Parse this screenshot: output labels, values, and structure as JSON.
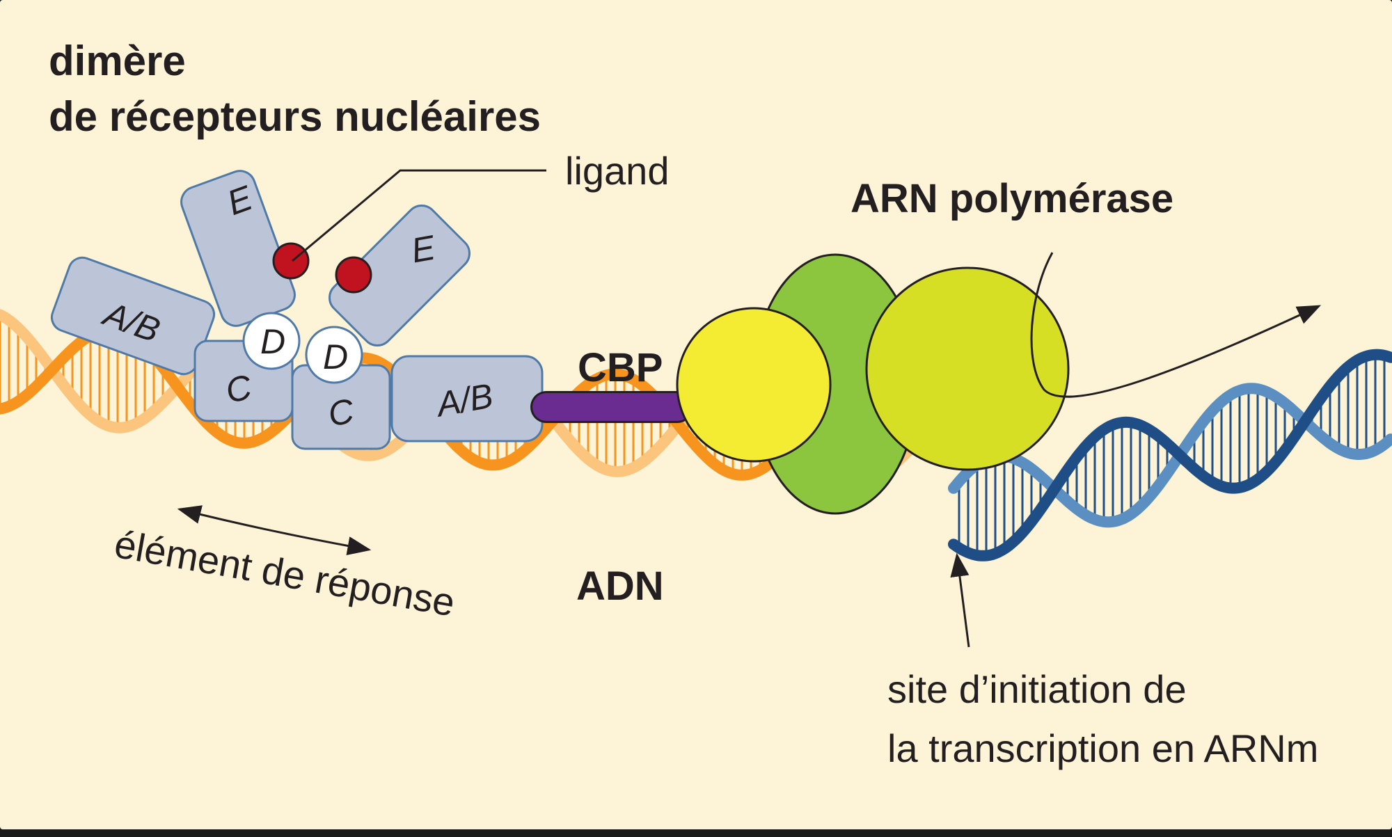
{
  "title": {
    "line1": "dimère",
    "line2": "de récepteurs nucléaires"
  },
  "labels": {
    "ligand": "ligand",
    "arn_polymerase": "ARN polymérase",
    "cbp": "CBP",
    "adn": "ADN",
    "response_element": "élément de réponse",
    "initiation_line1": "site d’initiation de",
    "initiation_line2": "la transcription en ARNm"
  },
  "domains": {
    "e_left": "E",
    "e_right": "E",
    "ab_left": "A/B",
    "ab_right": "A/B",
    "d_left": "D",
    "d_right": "D",
    "c_left": "C",
    "c_right": "C"
  },
  "colors": {
    "background": "#fdf3d7",
    "receptor_fill": "#bcc5d8",
    "receptor_stroke": "#4f7aa8",
    "ligand": "#c1121f",
    "cbp": "#6b2c91",
    "polymerase_green": "#8cc63f",
    "polymerase_yellow": "#f4eb33",
    "polymerase_lime": "#d6df23",
    "dna_orange_dark": "#f7941d",
    "dna_orange_light": "#fbc57e",
    "dna_blue_dark": "#1f4e86",
    "dna_blue_light": "#5b8fc2"
  }
}
